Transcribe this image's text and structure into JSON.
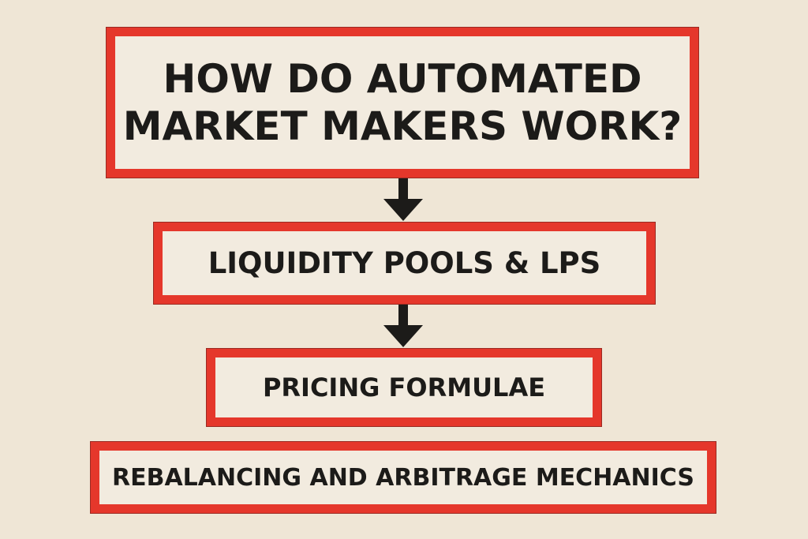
{
  "diagram": {
    "title": {
      "line1": "HOW DO AUTOMATED",
      "line2": "MARKET MAKERS WORK?"
    },
    "steps": [
      {
        "label": "LIQUIDITY POOLS & LPS"
      },
      {
        "label": "PRICING FORMULAE"
      },
      {
        "label": "REBALANCING AND ARBITRAGE MECHANICS"
      }
    ],
    "colors": {
      "border": "#e5372b",
      "text": "#1c1b19",
      "background": "#efe6d6"
    },
    "arrows": [
      "down-arrow-icon",
      "down-arrow-icon"
    ]
  }
}
